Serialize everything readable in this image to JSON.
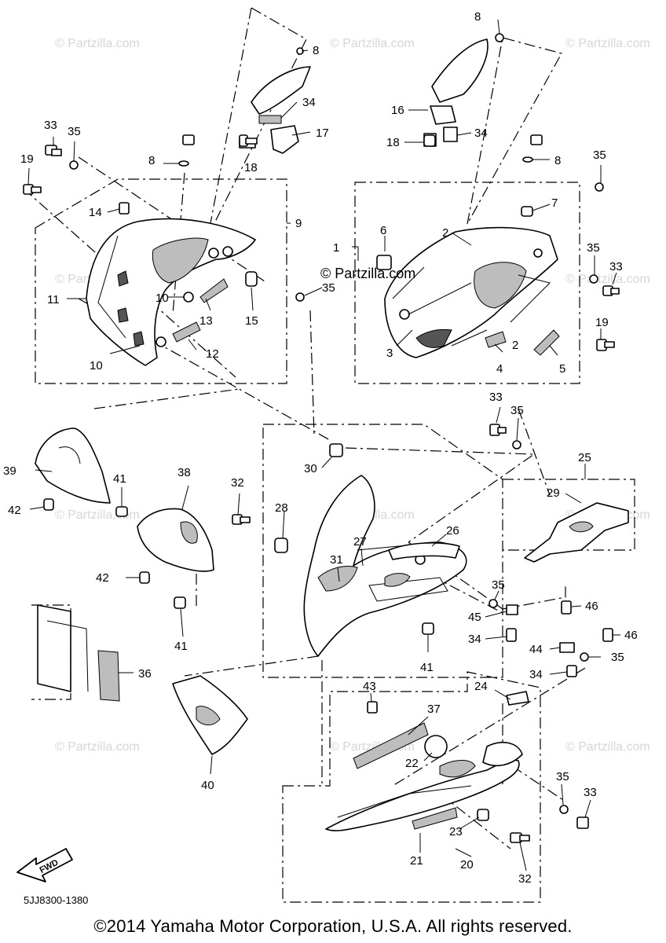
{
  "watermark": {
    "text": "© Partzilla.com",
    "center_text": "© Partzilla.com"
  },
  "callouts": {
    "c1": "1",
    "c2a": "2",
    "c2b": "2",
    "c3": "3",
    "c4": "4",
    "c5": "5",
    "c6": "6",
    "c7": "7",
    "c8a": "8",
    "c8b": "8",
    "c8c": "8",
    "c8d": "8",
    "c9": "9",
    "c10a": "10",
    "c10b": "10",
    "c11": "11",
    "c12": "12",
    "c13": "13",
    "c14": "14",
    "c15": "15",
    "c16": "16",
    "c17": "17",
    "c18a": "18",
    "c18b": "18",
    "c19a": "19",
    "c19b": "19",
    "c20": "20",
    "c21": "21",
    "c22": "22",
    "c23": "23",
    "c24": "24",
    "c25": "25",
    "c26": "26",
    "c27": "27",
    "c28": "28",
    "c29": "29",
    "c30": "30",
    "c31": "31",
    "c32a": "32",
    "c32b": "32",
    "c33a": "33",
    "c33b": "33",
    "c33c": "33",
    "c33d": "33",
    "c34a": "34",
    "c34b": "34",
    "c34c": "34",
    "c34d": "34",
    "c35a": "35",
    "c35b": "35",
    "c35c": "35",
    "c35d": "35",
    "c35e": "35",
    "c35f": "35",
    "c35g": "35",
    "c36": "36",
    "c37": "37",
    "c38": "38",
    "c39": "39",
    "c40": "40",
    "c41a": "41",
    "c41b": "41",
    "c41c": "41",
    "c42a": "42",
    "c42b": "42",
    "c43": "43",
    "c44": "44",
    "c45": "45",
    "c46a": "46",
    "c46b": "46"
  },
  "fwd_label": "FWD",
  "part_code": "5JJ8300-1380",
  "copyright": "©2014  Yamaha Motor Corporation, U.S.A. All rights reserved."
}
